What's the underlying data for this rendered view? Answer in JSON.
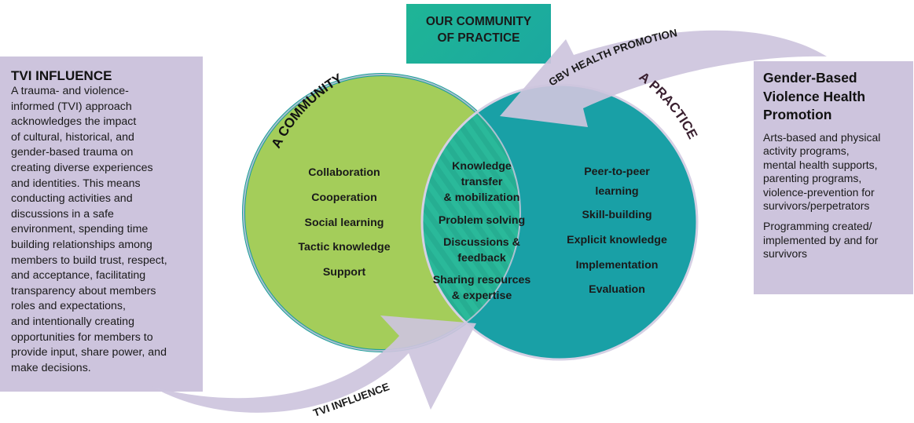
{
  "tvi_panel": {
    "title": "TVI INFLUENCE",
    "lines": [
      "A trauma- and violence-",
      "informed (TVI) approach",
      "acknowledges the impact",
      "of cultural, historical, and",
      "gender-based trauma on",
      "creating diverse experiences",
      "and identities. This means",
      "conducting activities and",
      "discussions in a safe",
      "environment, spending time",
      "building relationships among",
      "members to build trust, respect,",
      "and acceptance, facilitating",
      "transparency about members",
      "roles and expectations,",
      "and intentionally creating",
      "opportunities for members to",
      "provide input, share power, and",
      "make decisions."
    ]
  },
  "gbv_panel": {
    "title_lines": [
      "Gender-Based",
      "Violence Health",
      "Promotion"
    ],
    "para1_lines": [
      "Arts-based and physical",
      "activity programs,",
      "mental health supports,",
      "parenting programs,",
      "violence-prevention for",
      "survivors/perpetrators"
    ],
    "para2_lines": [
      "Programming created/",
      "implemented by and for",
      "survivors"
    ]
  },
  "header": {
    "lines": [
      "OUR COMMUNITY",
      "OF PRACTICE"
    ]
  },
  "venn": {
    "community_label": "A COMMUNITY",
    "practice_label": "A PRACTICE",
    "community_items": [
      "Collaboration",
      "Cooperation",
      "Social learning",
      "Tactic knowledge",
      "Support"
    ],
    "overlap_items": [
      "Knowledge",
      "transfer",
      "& mobilization",
      "Problem solving",
      "Discussions &",
      "feedback",
      "Sharing resources",
      "& expertise"
    ],
    "practice_items": [
      "Peer-to-peer",
      "learning",
      "Skill-building",
      "Explicit knowledge",
      "Implementation",
      "Evaluation"
    ],
    "colors": {
      "community_fill": "#a4cd5a",
      "practice_fill": "#19a0a6",
      "overlap_fill": "#26ae92",
      "arrow_fill": "#cdc4dd"
    }
  },
  "arrows": {
    "top_label": "GBV HEALTH PROMOTION",
    "bottom_label": "TVI INFLUENCE"
  }
}
